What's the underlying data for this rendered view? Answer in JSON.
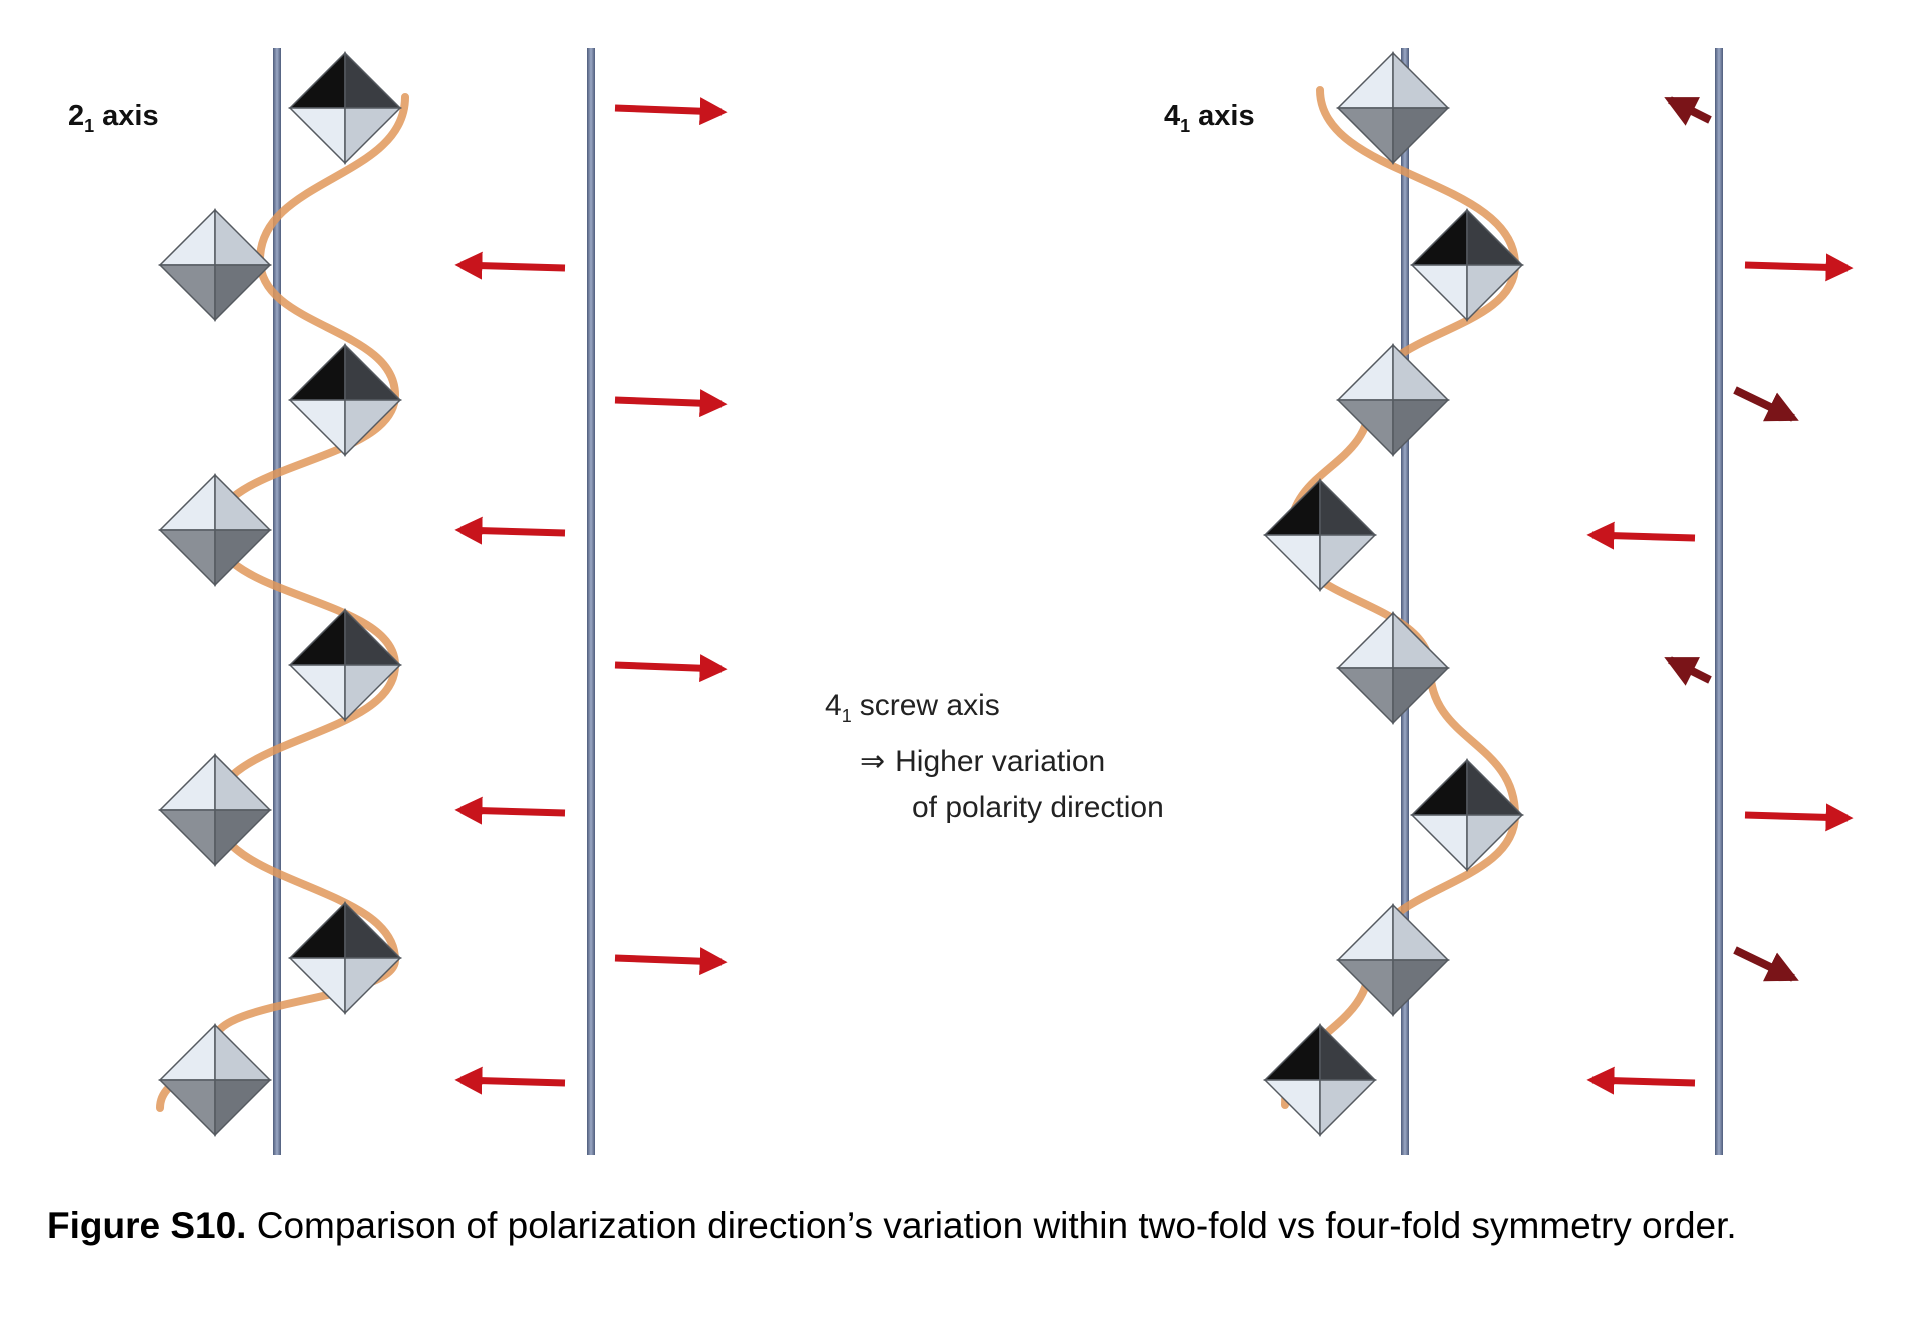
{
  "labels": {
    "left_axis": {
      "number": "2",
      "sub": "1",
      "word": "axis"
    },
    "right_axis": {
      "number": "4",
      "sub": "1",
      "word": "axis"
    }
  },
  "note": {
    "line1_number": "4",
    "line1_sub": "1",
    "line1_text": "screw axis",
    "implies_symbol": "⇒",
    "line2_text": "Higher variation",
    "line3_text": "of polarity direction"
  },
  "caption": {
    "label": "Figure S10.",
    "text": "Comparison of polarization direction’s variation within two-fold vs four-fold symmetry order."
  },
  "colors": {
    "axis_line": "#6a7a9c",
    "helix": "#e0985a",
    "arrow_red": "#c8141c",
    "arrow_dark": "#7a1418",
    "octa_dark": "#101010",
    "octa_light": "#e6ecf3",
    "octa_mid": "#8a8f96"
  },
  "diagram": {
    "left_polarization": [
      "right",
      "left",
      "right",
      "left",
      "right",
      "left",
      "right",
      "left"
    ],
    "right_polarization": [
      "back",
      "right",
      "forward",
      "left",
      "back",
      "right",
      "forward",
      "left"
    ]
  }
}
